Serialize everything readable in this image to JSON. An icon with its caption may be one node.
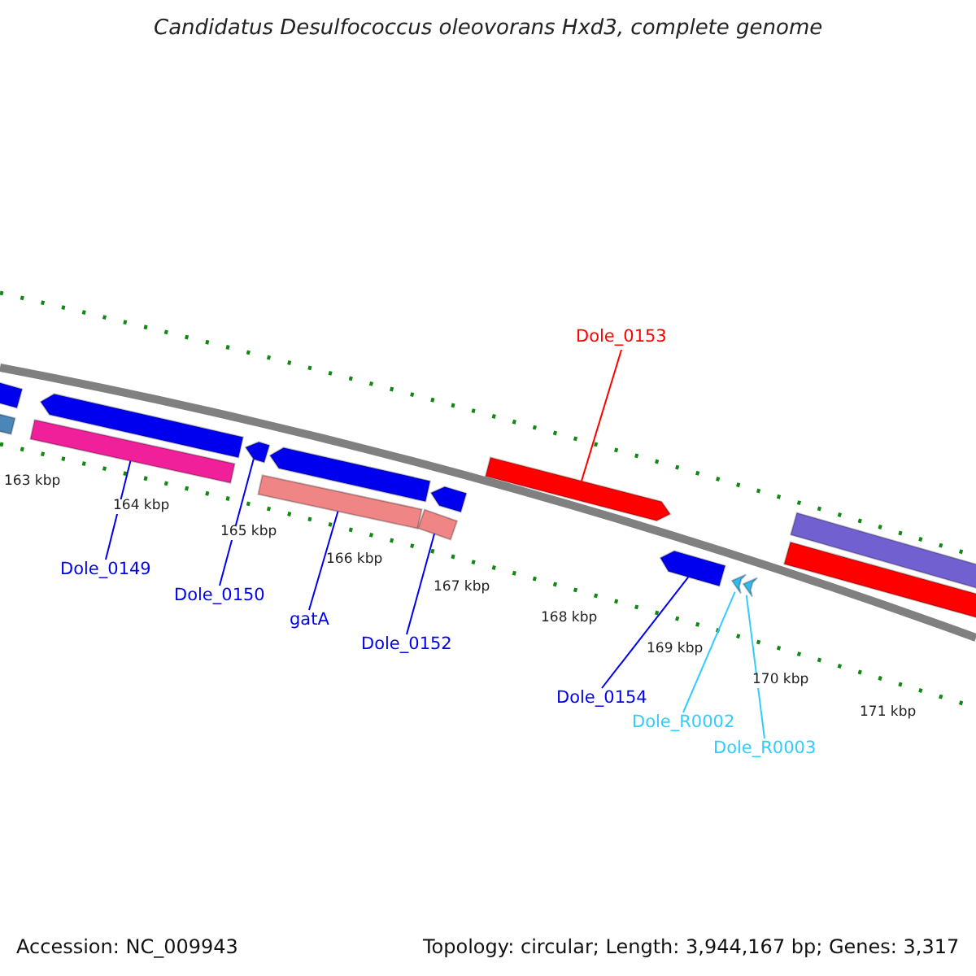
{
  "diagram": {
    "title": "Candidatus Desulfococcus oleovorans Hxd3, complete genome",
    "nodes": [
      {
        "text": [
          "Dole_0153"
        ]
      },
      {
        "text": [
          "Dole_0149"
        ]
      },
      {
        "text": [
          "Dole_0150"
        ]
      },
      {
        "text": [
          "gatA"
        ]
      },
      {
        "text": [
          "Dole_0152"
        ]
      },
      {
        "text": [
          "Dole_0154"
        ]
      },
      {
        "text": [
          "Dole_R0002"
        ]
      },
      {
        "text": [
          "Dole_R0003"
        ]
      },
      {
        "text": [],
        "shape": "bar"
      },
      {
        "text": [],
        "shape": "bar"
      },
      {
        "text": [],
        "shape": "bar"
      },
      {
        "text": [],
        "shape": "bar"
      },
      {
        "text": [],
        "shape": "bar"
      },
      {
        "text": [],
        "shape": "bar"
      },
      {
        "text": [],
        "shape": "bar"
      },
      {
        "text": [],
        "shape": "bar"
      },
      {
        "text": [],
        "shape": "bar"
      },
      {
        "text": [],
        "shape": "bar"
      },
      {
        "text": [],
        "shape": "bar"
      },
      {
        "text": [],
        "shape": "bar"
      },
      {
        "text": [],
        "shape": "bar"
      },
      {
        "text": [],
        "shape": "bar"
      },
      {
        "text": [],
        "shape": "bar"
      }
    ],
    "edges": [
      {
        "from": 1,
        "to": 11,
        "arrow": "none"
      },
      {
        "from": 2,
        "to": 12,
        "arrow": "none"
      },
      {
        "from": 3,
        "to": 14,
        "arrow": "none"
      },
      {
        "from": 4,
        "to": 15,
        "arrow": "none"
      },
      {
        "from": 0,
        "to": 17,
        "arrow": "none",
        "color": "#ff0000"
      },
      {
        "from": 5,
        "to": 18,
        "arrow": "none"
      },
      {
        "from": 6,
        "to": 19,
        "arrow": "none",
        "color": "#33ccff"
      },
      {
        "from": 7,
        "to": 20,
        "arrow": "none",
        "color": "#33ccff"
      }
    ],
    "labels": [
      "163 kbp",
      "164 kbp",
      "165 kbp",
      "166 kbp",
      "167 kbp",
      "168 kbp",
      "169 kbp",
      "170 kbp",
      "171 kbp",
      "Accession: NC_009943",
      "Topology: circular; Length: 3,944,167 bp; Genes: 3,317"
    ]
  }
}
